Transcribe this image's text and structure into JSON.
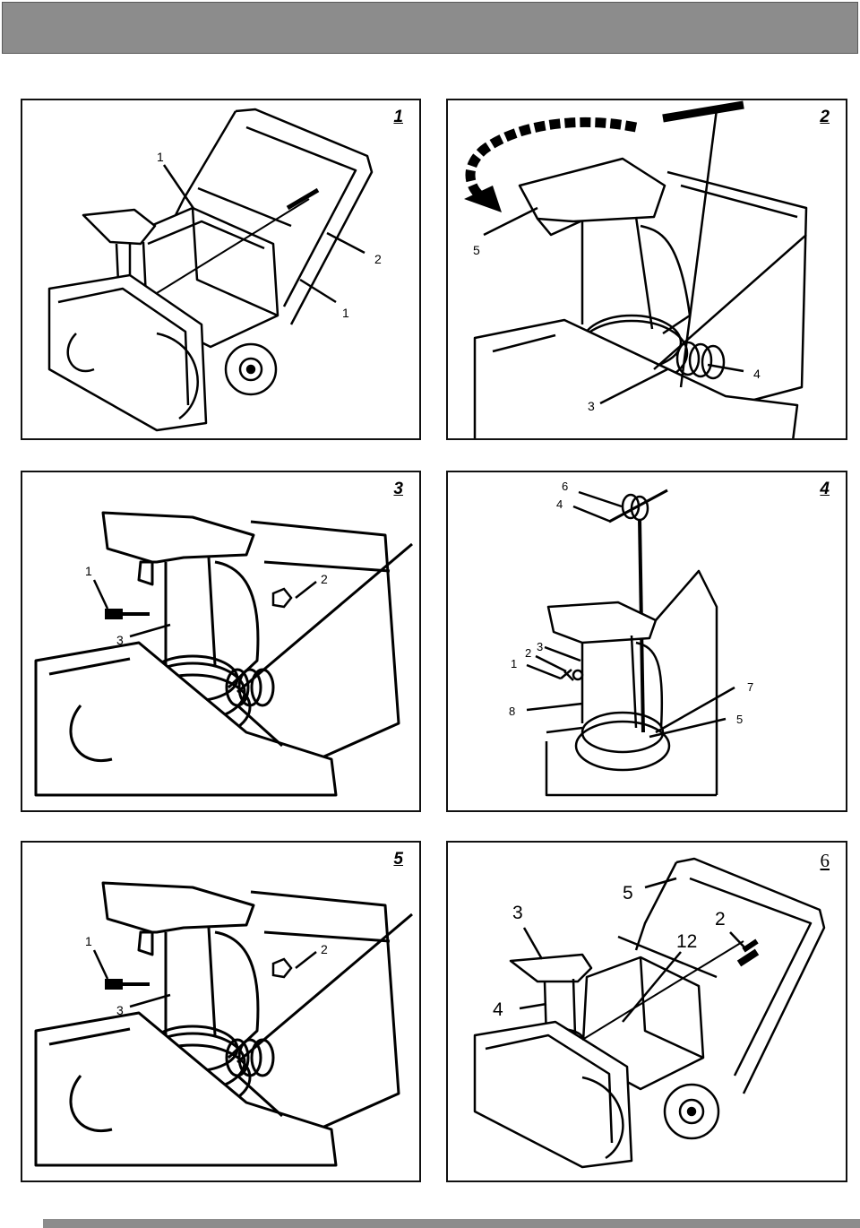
{
  "figures": [
    {
      "number": "1",
      "callouts": [
        "1",
        "2",
        "1"
      ]
    },
    {
      "number": "2",
      "callouts": [
        "5",
        "4",
        "3"
      ]
    },
    {
      "number": "3",
      "callouts": [
        "1",
        "2",
        "3"
      ]
    },
    {
      "number": "4",
      "callouts": [
        "6",
        "4",
        "3",
        "2",
        "1",
        "7",
        "8",
        "5"
      ]
    },
    {
      "number": "5",
      "callouts": [
        "1",
        "2",
        "3"
      ]
    },
    {
      "number": "6",
      "callouts": [
        "5",
        "3",
        "2",
        "12",
        "4"
      ]
    }
  ],
  "colors": {
    "header_bar": "#8c8c8c",
    "frame": "#111111",
    "line_art": "#000000"
  }
}
